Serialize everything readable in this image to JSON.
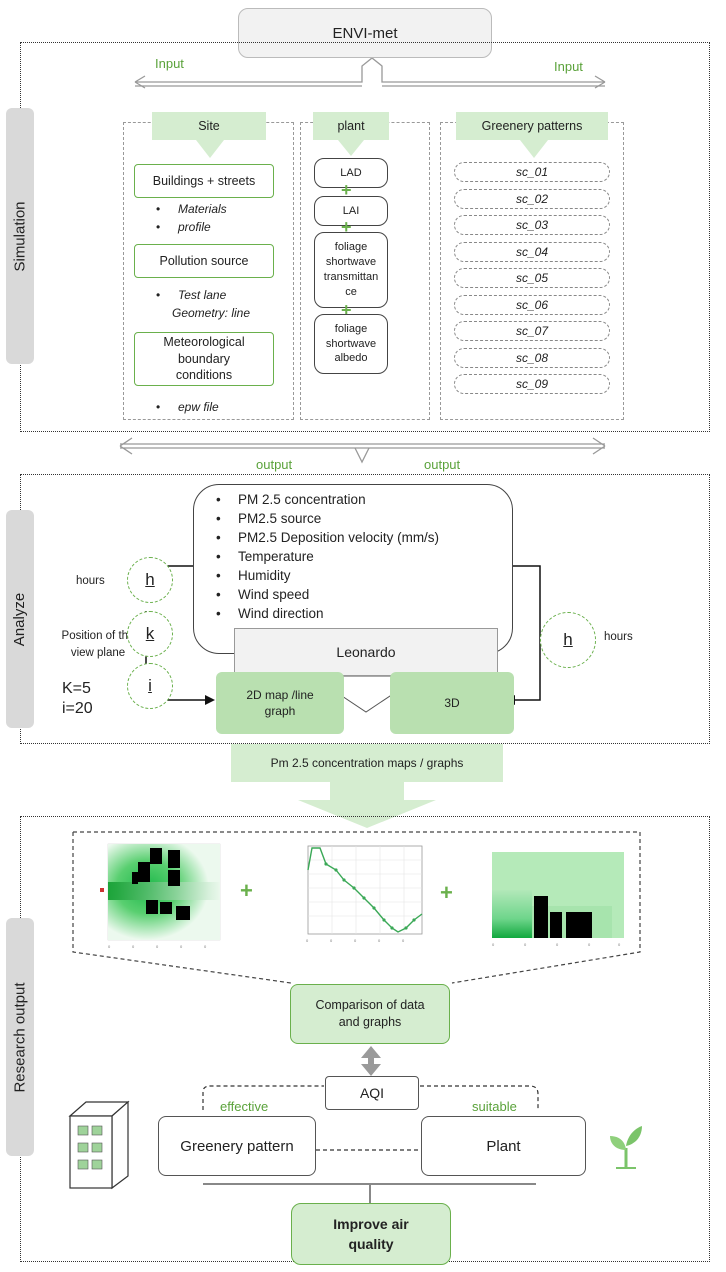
{
  "envi_title": "ENVI-met",
  "input_left": "Input",
  "input_right": "Input",
  "sections": {
    "simulation": "Simulation",
    "analyze": "Analyze",
    "research": "Research output"
  },
  "site": {
    "header": "Site",
    "buildings": "Buildings + streets",
    "buildings_items": [
      "Materials",
      "profile"
    ],
    "pollution": "Pollution source",
    "test_lane": "Test lane",
    "geometry": "Geometry: line",
    "meteo": "Meteorological boundary conditions",
    "epw": "epw  file"
  },
  "plant": {
    "header": "plant",
    "lad": "LAD",
    "lai": "LAI",
    "transmittance": "foliage shortwave transmittan ce",
    "albedo": "foliage shortwave albedo"
  },
  "greenery": {
    "header": "Greenery patterns",
    "scenarios": [
      "sc_01",
      "sc_02",
      "sc_03",
      "sc_04",
      "sc_05",
      "sc_06",
      "sc_07",
      "sc_08",
      "sc_09"
    ]
  },
  "output_left": "output",
  "output_right": "output",
  "analysis": {
    "items": [
      "PM 2.5 concentration",
      "PM2.5 source",
      "PM2.5 Deposition velocity   (mm/s)",
      "Temperature",
      "Humidity",
      "Wind speed",
      "Wind direction"
    ],
    "leonardo": "Leonardo",
    "hours_left": "hours",
    "position_label": "Position of the view plane",
    "k_value": "K=5",
    "i_value": "i=20",
    "h": "h",
    "k": "k",
    "i": "i",
    "h_right": "h",
    "hours_right": "hours",
    "map2d": "2D map /line graph",
    "map3d": "3D"
  },
  "pm_maps": "Pm 2.5 concentration maps / graphs",
  "research": {
    "comparison": "Comparison of data and graphs",
    "aqi": "AQI",
    "effective": "effective",
    "suitable": "suitable",
    "greenery_pattern": "Greenery pattern",
    "plant": "Plant",
    "improve": "Improve air quality"
  },
  "colors": {
    "green_light": "#d5edd0",
    "green_mid": "#b9e0b0",
    "green_accent": "#6ab04c",
    "gray_tab": "#d9d9d9"
  }
}
